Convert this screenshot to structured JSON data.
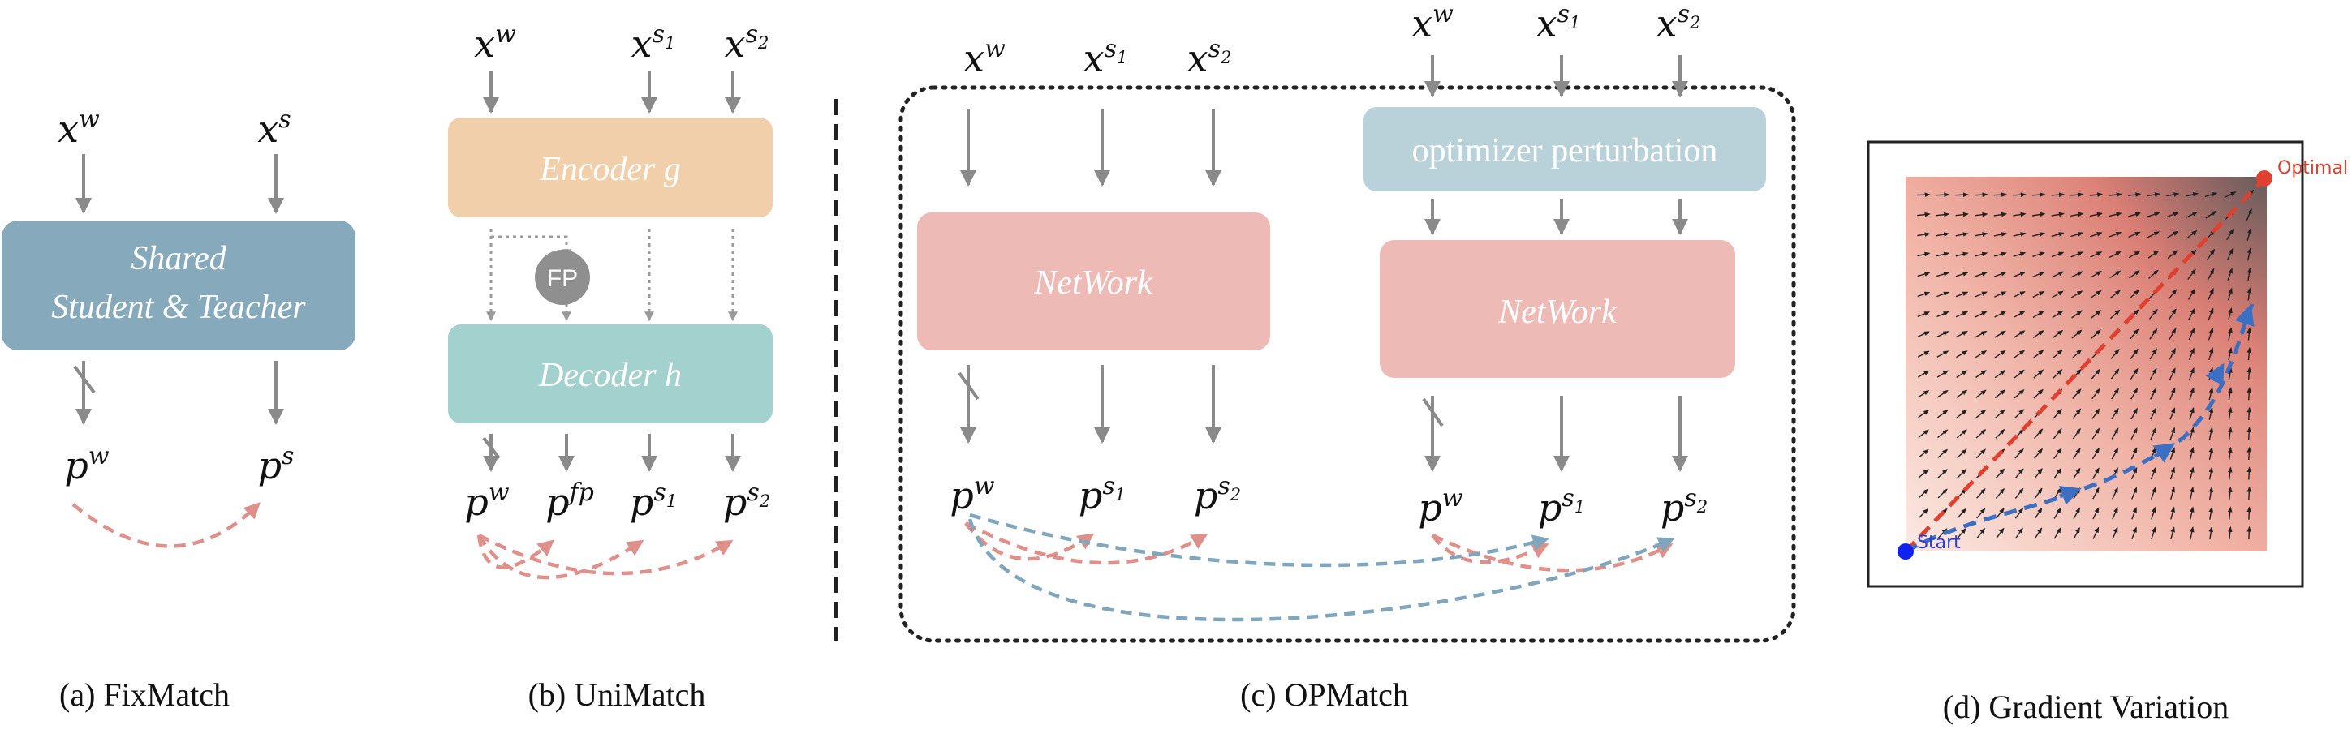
{
  "panel_a": {
    "inputs": [
      "x^w",
      "x^s"
    ],
    "box_line1": "Shared",
    "box_line2": "Student & Teacher",
    "outputs": [
      "p^w",
      "p^s"
    ],
    "caption": "(a) FixMatch"
  },
  "panel_b": {
    "inputs": [
      "x^w",
      "x^{s1}",
      "x^{s2}"
    ],
    "encoder": "Encoder g",
    "fp": "FP",
    "decoder": "Decoder h",
    "outputs": [
      "p^w",
      "p^{fp}",
      "p^{s1}",
      "p^{s2}"
    ],
    "caption": "(b) UniMatch"
  },
  "panel_c": {
    "inputs_left": [
      "x^w",
      "x^{s1}",
      "x^{s2}"
    ],
    "inputs_right": [
      "x^w",
      "x^{s1}",
      "x^{s2}"
    ],
    "network_left": "NetWork",
    "perturbation": "optimizer perturbation",
    "network_right": "NetWork",
    "caption": "(c) OPMatch"
  },
  "panel_d": {
    "start": "Start",
    "optimal": "Optimal",
    "caption": "(d) Gradient Variation"
  },
  "colors": {
    "shared_box": "#86aabb",
    "encoder": "#f2cfab",
    "decoder": "#a3d2ce",
    "network": "#edbab6",
    "perturbation": "#b9d2da",
    "fp_circle": "#8f8f8f",
    "red_arrow": "#e0908a",
    "blue_arrow": "#7fa6bd"
  }
}
